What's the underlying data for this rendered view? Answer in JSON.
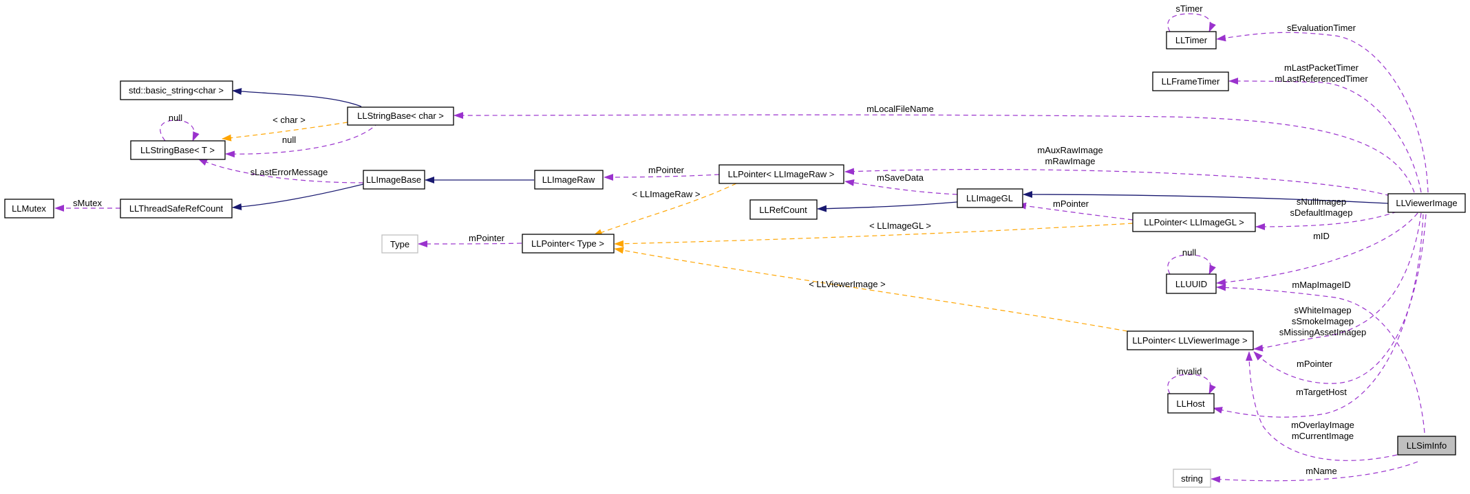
{
  "nodes": {
    "sTimer_cls": "LLTimer",
    "frametimer": "LLFrameTimer",
    "basic_string": "std::basic_string<char >",
    "stringbase_char": "LLStringBase< char >",
    "stringbase_t": "LLStringBase< T >",
    "imagebase": "LLImageBase",
    "imageraw": "LLImageRaw",
    "ptr_imageraw": "LLPointer< LLImageRaw >",
    "mutex": "LLMutex",
    "threadsafe": "LLThreadSafeRefCount",
    "refcount": "LLRefCount",
    "imagegl": "LLImageGL",
    "ptr_imagegl": "LLPointer< LLImageGL >",
    "viewerimage": "LLViewerImage",
    "type": "Type",
    "ptr_type": "LLPointer< Type >",
    "uuid": "LLUUID",
    "ptr_viewerimage": "LLPointer< LLViewerImage >",
    "host": "LLHost",
    "siminfo": "LLSimInfo",
    "string": "string"
  },
  "edge_labels": {
    "timer_self": "sTimer",
    "evaluation_timer": "sEvaluationTimer",
    "packet_timer_1": "mLastPacketTimer",
    "packet_timer_2": "mLastReferencedTimer",
    "local_file_name": "mLocalFileName",
    "char_tmpl": "< char >",
    "stringbase_null": "null",
    "stringbase_self_null": "null",
    "last_error": "sLastErrorMessage",
    "raw_pointer": "mPointer",
    "aux_raw_1": "mAuxRawImage",
    "aux_raw_2": "mRawImage",
    "save_data": "mSaveData",
    "imageraw_tmpl": "< LLImageRaw >",
    "smutex": "sMutex",
    "gl_pointer": "mPointer",
    "null_image_1": "sNullImagep",
    "null_image_2": "sDefaultImagep",
    "imagegl_tmpl": "< LLImageGL >",
    "type_pointer": "mPointer",
    "uuid_self_null": "null",
    "mid": "mID",
    "map_image_id": "mMapImageID",
    "viewerimage_tmpl": "< LLViewerImage >",
    "white_1": "sWhiteImagep",
    "white_2": "sSmokeImagep",
    "white_3": "sMissingAssetImagep",
    "vi_pointer": "mPointer",
    "host_invalid": "invalid",
    "target_host": "mTargetHost",
    "overlay_1": "mOverlayImage",
    "overlay_2": "mCurrentImage",
    "mname": "mName"
  },
  "colors": {
    "inheritance": "#191970",
    "usage": "#9a32cd",
    "template": "#ffa500",
    "focus_fill": "#bfbfbf",
    "external_border": "#bfbfbf"
  }
}
